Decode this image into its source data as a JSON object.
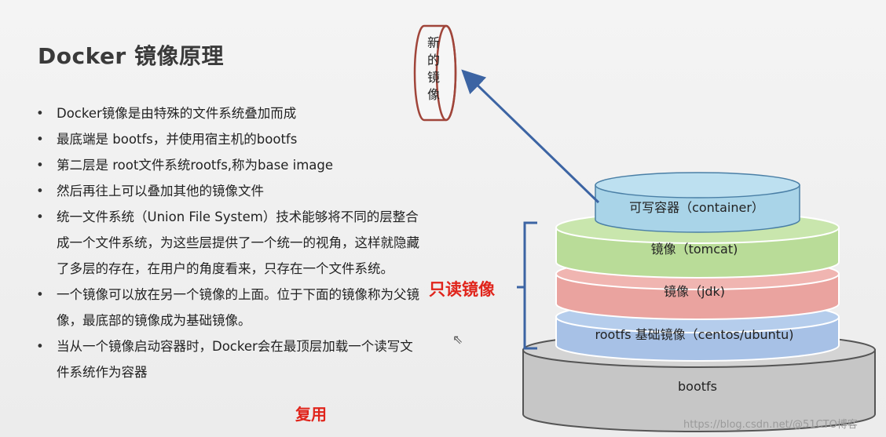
{
  "slide": {
    "title": "Docker 镜像原理",
    "bullets": [
      "Docker镜像是由特殊的文件系统叠加而成",
      "最底端是 bootfs，并使用宿主机的bootfs",
      "第二层是 root文件系统rootfs,称为base image",
      "然后再往上可以叠加其他的镜像文件",
      "统一文件系统（Union File System）技术能够将不同的层整合成一个文件系统，为这些层提供了一个统一的视角，这样就隐藏了多层的存在，在用户的角度看来，只存在一个文件系统。",
      "一个镜像可以放在另一个镜像的上面。位于下面的镜像称为父镜像，最底部的镜像成为基础镜像。",
      "当从一个镜像启动容器时，Docker会在最顶层加载一个读写文件系统作为容器"
    ],
    "reuse_note": "复用"
  },
  "diagram": {
    "new_image_label": [
      "新",
      "的",
      "镜",
      "像"
    ],
    "readonly_label": "只读镜像",
    "layers": [
      {
        "label": "可写容器（container）",
        "color": "#a9d4e8"
      },
      {
        "label": "镜像（tomcat)",
        "color": "#b9dc98"
      },
      {
        "label": "镜像（jdk)",
        "color": "#eaa39f"
      },
      {
        "label": "rootfs 基础镜像（centos/ubuntu)",
        "color": "#a7c1e6"
      },
      {
        "label": "bootfs",
        "color": "#c6c6c6"
      }
    ],
    "accent_colors": {
      "red": "#e0241b",
      "arrow": "#3c64a3",
      "cylinder_border": "#a0453a"
    }
  },
  "watermark": "https://blog.csdn.net/@51CTO博客"
}
